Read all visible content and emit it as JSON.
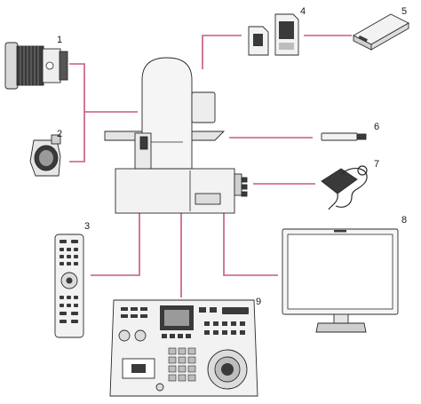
{
  "callouts": {
    "lens": "1",
    "mount_adapter": "2",
    "remote_commander": "3",
    "memory_cards": "4",
    "card_reader": "5",
    "usb_cable": "6",
    "ac_adapter": "7",
    "monitor": "8",
    "remote_controller": "9"
  },
  "colors": {
    "connector_line": "#c8587e",
    "outline": "#2a2a2a",
    "device_fill": "#f2f2f2",
    "device_shade": "#cfcfcf"
  }
}
